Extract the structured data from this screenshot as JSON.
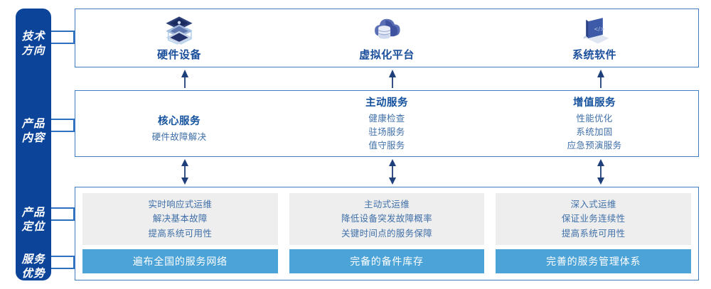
{
  "sidebar": {
    "groups": [
      {
        "name": "technology-direction",
        "line1": "技术",
        "line2": "方向"
      },
      {
        "name": "product-content",
        "line1": "产品",
        "line2": "内容"
      },
      {
        "name": "product-positioning",
        "line1": "产品",
        "line2": "定位"
      },
      {
        "name": "service-advantage",
        "line1": "服务",
        "line2": "优势"
      }
    ],
    "background_color": "#0b4499",
    "text_color": "#ffffff"
  },
  "technology": {
    "items": [
      {
        "label": "硬件设备",
        "icon": "server-stack-icon"
      },
      {
        "label": "虚拟化平台",
        "icon": "cloud-database-icon"
      },
      {
        "label": "系统软件",
        "icon": "laptop-code-icon"
      }
    ],
    "label_color": "#1b4f9c"
  },
  "product_content": {
    "columns": [
      {
        "title": "核心服务",
        "items": [
          "硬件故障解决"
        ]
      },
      {
        "title": "主动服务",
        "items": [
          "健康检查",
          "驻场服务",
          "值守服务"
        ]
      },
      {
        "title": "增值服务",
        "items": [
          "性能优化",
          "系统加固",
          "应急预演服务"
        ]
      }
    ],
    "title_color": "#14529e",
    "item_color": "#3f6fa8"
  },
  "product_positioning": {
    "columns": [
      {
        "lines": [
          "实时响应式运维",
          "解决基本故障",
          "提高系统可用性"
        ]
      },
      {
        "lines": [
          "主动式运维",
          "降低设备突发故障概率",
          "关键时间点的服务保障"
        ]
      },
      {
        "lines": [
          "深入式运维",
          "保证业务连续性",
          "提高系统可用性"
        ]
      }
    ],
    "background_color": "#eeeeee",
    "text_color": "#3f6fa8"
  },
  "service_advantage": {
    "banners": [
      {
        "label": "遍布全国的服务网络"
      },
      {
        "label": "完备的备件库存"
      },
      {
        "label": "完善的服务管理体系"
      }
    ],
    "background_color": "#4ba3d8",
    "text_color": "#ffffff"
  },
  "connectors": {
    "up_arrow_icon": "arrow-up-icon",
    "double_arrow_icon": "arrow-up-down-icon",
    "line_color": "#2f6fbf",
    "arrow_color": "#1f3f7a"
  }
}
